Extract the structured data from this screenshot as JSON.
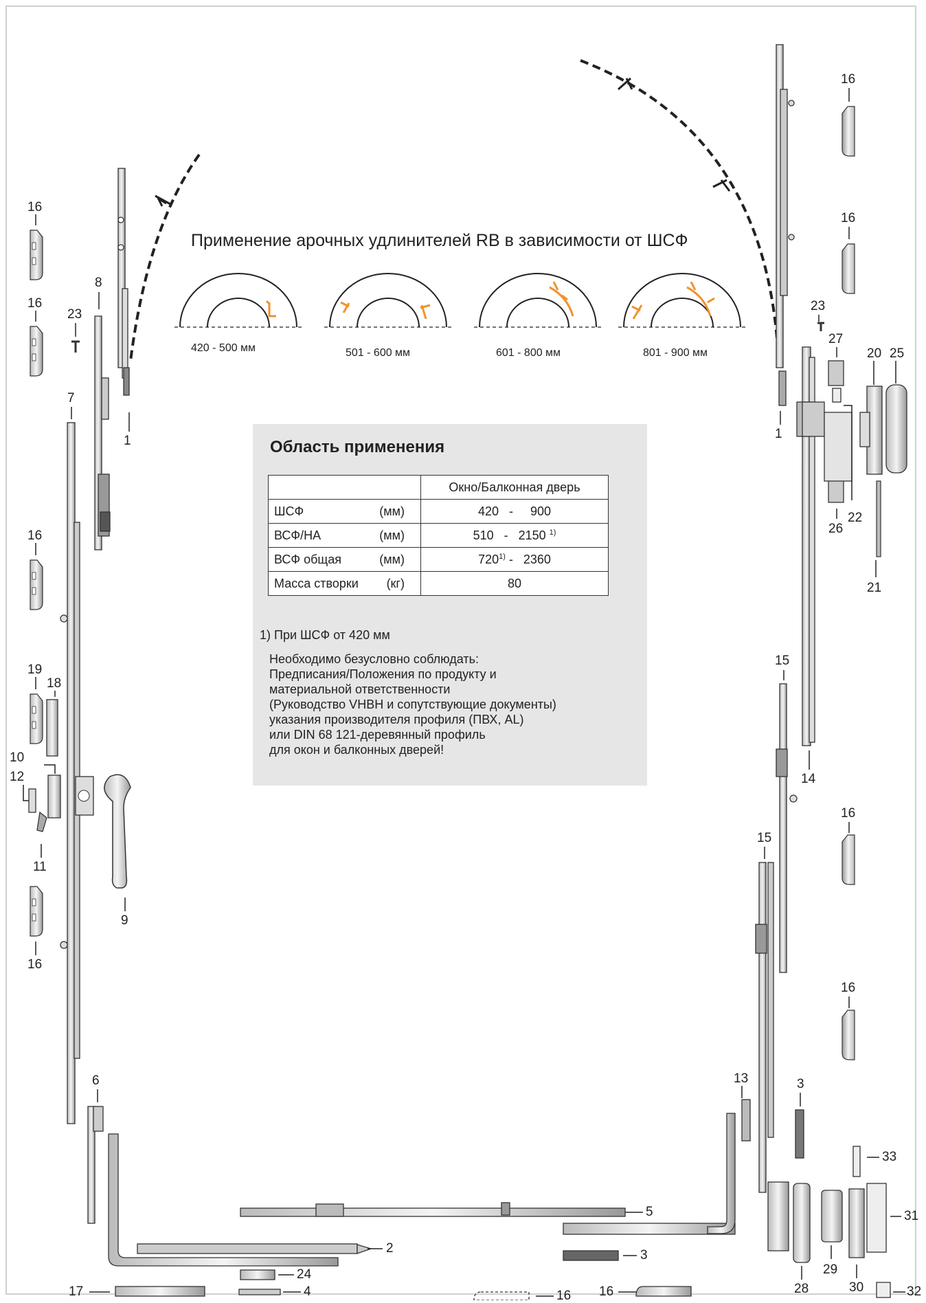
{
  "arch_title": "Применение арочных удлинителей RB в зависимости от ШСФ",
  "arch_ranges": [
    "420 - 500 мм",
    "501 - 600 мм",
    "601 - 800 мм",
    "801 - 900 мм"
  ],
  "panel": {
    "title": "Область применения",
    "table": {
      "header": "Окно/Балконная дверь",
      "rows": [
        {
          "label": "ШСФ",
          "unit": "(мм)",
          "value": "420   -     900",
          "sup": ""
        },
        {
          "label": "ВСФ/НА",
          "unit": "(мм)",
          "value": "510   -   2150",
          "sup": "1)"
        },
        {
          "label": "ВСФ общая",
          "unit": "(мм)",
          "value": "720",
          "sup": "1)",
          "value_after": " -   2360"
        },
        {
          "label": "Масса створки",
          "unit": "(кг)",
          "value": "80",
          "sup": ""
        }
      ]
    },
    "footnote": "1) При ШСФ от 420 мм",
    "notice": [
      "Необходимо безусловно соблюдать:",
      "Предписания/Положения по продукту и",
      "материальной ответственности",
      "(Руководство VHBH и сопутствующие документы)",
      "указания производителя профиля (ПВХ, AL)",
      "или DIN 68 121-деревянный профиль",
      "для окон и балконных дверей!"
    ]
  },
  "part_numbers": {
    "p1": "1",
    "p1b": "1",
    "p2": "2",
    "p3": "3",
    "p3b": "3",
    "p4": "4",
    "p5": "5",
    "p6": "6",
    "p7": "7",
    "p8": "8",
    "p9": "9",
    "p10": "10",
    "p11": "11",
    "p12": "12",
    "p13": "13",
    "p14": "14",
    "p15": "15",
    "p15b": "15",
    "p16": "16",
    "p17": "17",
    "p18": "18",
    "p19": "19",
    "p20": "20",
    "p21": "21",
    "p22": "22",
    "p23": "23",
    "p23b": "23",
    "p24": "24",
    "p25": "25",
    "p26": "26",
    "p27": "27",
    "p28": "28",
    "p29": "29",
    "p30": "30",
    "p31": "31",
    "p32": "32",
    "p33": "33"
  },
  "colors": {
    "accent_orange": "#f0922a",
    "line": "#222222",
    "panel_bg": "#e6e6e6"
  }
}
